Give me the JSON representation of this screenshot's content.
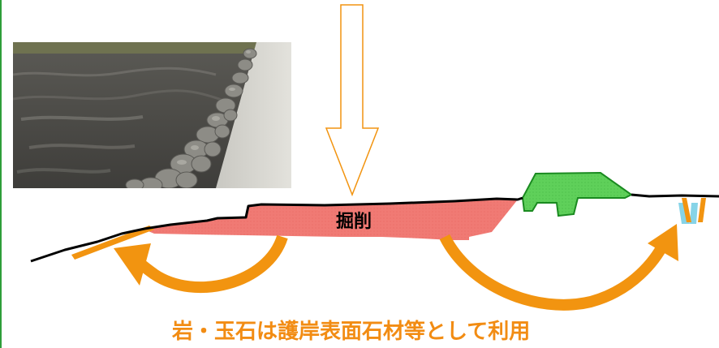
{
  "diagram": {
    "excavation_label": "掘削",
    "caption": "岩・玉石は護岸表面石材等として利用",
    "colors": {
      "excavation_fill": "#f07a74",
      "embankment_fill": "#5fd05a",
      "reuse_arrow": "#f29410",
      "frame_line": "#2e9e3a",
      "ground_line": "#000000",
      "drain": "#35b8d8"
    },
    "photo": {
      "subject": "riverbank-stone-revetment-photo"
    }
  }
}
